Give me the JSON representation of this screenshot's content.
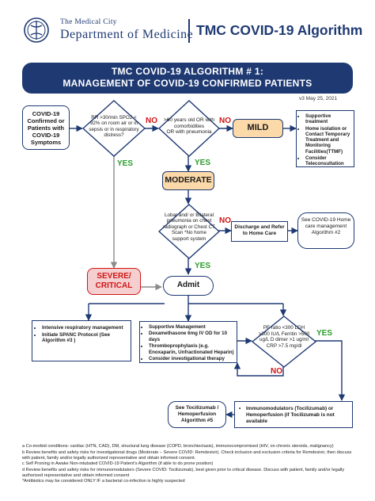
{
  "header": {
    "org_small": "The Medical City",
    "org_big": "Department of Medicine",
    "right_title": "TMC COVID-19 Algorithm"
  },
  "banner": {
    "line1": "TMC COVID-19 ALGORITHM # 1:",
    "line2": "MANAGEMENT OF COVID-19 CONFIRMED PATIENTS"
  },
  "version": "v3 May 25, 2021",
  "nodes": {
    "confirmed": "COVID-19 Confirmed or Patients with COVID-19 Symptoms",
    "severe_q": "RR >30/min SPO2 < 92% on room air or in sepsis or in respiratory distress?",
    "age_q_a": ">60 years old OR with comorbidities",
    "age_q_b": "OR with pneumonia",
    "mild": "MILD",
    "mild_mgmt": [
      "Supportive treatment",
      "Home isolation or Contact Temporary Treatment and Monitoring Facilities(TTMF)",
      "Consider Teleconsultation"
    ],
    "moderate": "MODERATE",
    "lobar_q": "Lobar and/ or Bilateral pneumonia on chest radiograph or Chest CT Scan *No home support system",
    "discharge": "Discharge and Refer to Home Care",
    "algo2": "See COVID-19 Home care management Algorithm #2",
    "severe": "SEVERE/ CRITICAL",
    "admit": "Admit",
    "icu_mgmt": [
      "Intensive respiratory management",
      "Initiate SPANC Protocol (See Algorithm #3 )"
    ],
    "ward_mgmt": [
      "Supportive Management",
      "Dexamethasone 6mg IV OD for 10 days",
      "Thromboprophylaxis (e.g. Enoxaparin, Unfractionated Heparin)",
      "Consider investigational therapy"
    ],
    "labs_q": "PF ratio <300 LDH >300 IU/L Ferritin >500 ug/L D dimer >1 ug/ml CRP >7.5 mg/dl",
    "toci_see": "See Tocilizumab / Hemoperfusion Algorithm #5",
    "immuno": "Immunomodulators (Tocilizumab) or Hemoperfusion (if Tocilizumab is not available"
  },
  "labels": {
    "yes": "YES",
    "no": "NO"
  },
  "footnotes": [
    "a  Co-morbid conditions:  cardiac (HTN, CAD), DM, structural lung disease (COPD, bronchiectasis), immunocompromised (HIV, on chronic steroids,  malignancy)",
    "b  Review benefits and safety risks for investigational drugs (Moderate – Severe COVID: Remdesivir). Check inclusion and exclusion criteria for Remdesivir, then discuss with patient, family and/or legally authorized representative and obtain informed consent.",
    "c  Self Proning in Awake Non-intubated COVID-19 Patient's Algorithm (if able to do prone position)",
    "d  Review benefits and safety risks for immunomodulators (Severe COVID: Tocilizumab), best given prior to critical disease. Discuss with patient, family and/or legally authorized representative and obtain informed consent",
    "*Antibiotics may be considered ONLY IF a bacterial co-infection is highly suspected"
  ]
}
